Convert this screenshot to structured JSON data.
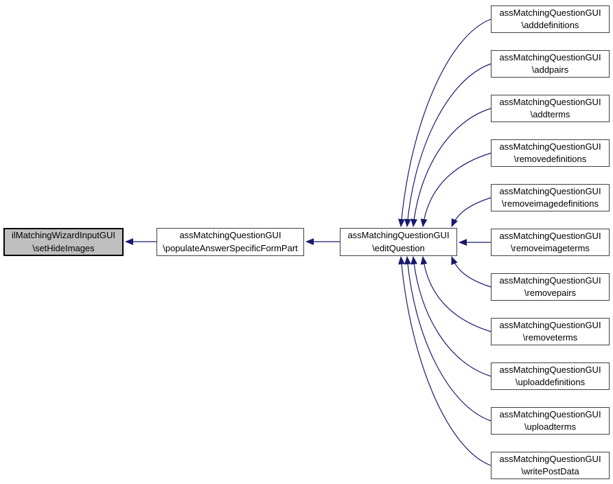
{
  "graph": {
    "type": "caller-graph",
    "colors": {
      "edge": "#191970",
      "node_fill": "#ffffff",
      "node_border": "#404040",
      "selected_fill": "#bfbfbf",
      "selected_border": "#000000",
      "text": "#000000",
      "background": "#ffffff"
    },
    "selected": {
      "class": "ilMatchingWizardInputGUI",
      "method": "\\setHideImages"
    },
    "chain": [
      {
        "class": "assMatchingQuestionGUI",
        "method": "\\populateAnswerSpecificFormPart"
      },
      {
        "class": "assMatchingQuestionGUI",
        "method": "\\editQuestion"
      }
    ],
    "callers": [
      {
        "class": "assMatchingQuestionGUI",
        "method": "\\adddefinitions"
      },
      {
        "class": "assMatchingQuestionGUI",
        "method": "\\addpairs"
      },
      {
        "class": "assMatchingQuestionGUI",
        "method": "\\addterms"
      },
      {
        "class": "assMatchingQuestionGUI",
        "method": "\\removedefinitions"
      },
      {
        "class": "assMatchingQuestionGUI",
        "method": "\\removeimagedefinitions"
      },
      {
        "class": "assMatchingQuestionGUI",
        "method": "\\removeimageterms"
      },
      {
        "class": "assMatchingQuestionGUI",
        "method": "\\removepairs"
      },
      {
        "class": "assMatchingQuestionGUI",
        "method": "\\removeterms"
      },
      {
        "class": "assMatchingQuestionGUI",
        "method": "\\uploaddefinitions"
      },
      {
        "class": "assMatchingQuestionGUI",
        "method": "\\uploadterms"
      },
      {
        "class": "assMatchingQuestionGUI",
        "method": "\\writePostData"
      }
    ]
  }
}
